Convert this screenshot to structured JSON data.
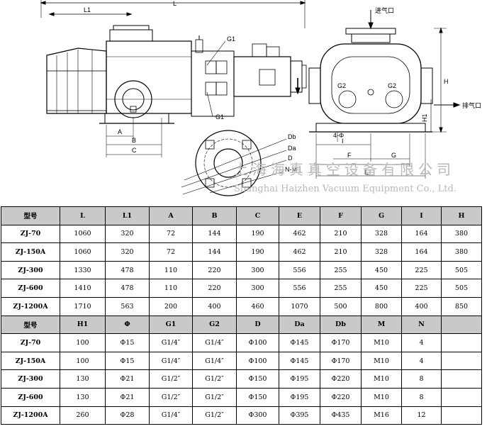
{
  "drawing": {
    "dims": {
      "L": "L",
      "L1": "L1",
      "A": "A",
      "B": "B",
      "C": "C",
      "G1_top": "G1",
      "G1_bottom": "G1",
      "Db": "Db",
      "Da": "Da",
      "D": "D",
      "NM": "N-M",
      "G2_left": "G2",
      "G2_right": "G2",
      "H": "H",
      "H1": "H1",
      "phi": "4-Φ",
      "I": "I",
      "F": "F",
      "G": "G",
      "E": "E"
    },
    "inlet_label": "进气口",
    "outlet_label": "排气口",
    "watermark_cn": "上海海真真空设备有限公司",
    "watermark_en": "Shanghai Haizhen Vacuum Equipment Co., Ltd."
  },
  "table": {
    "header1": [
      "型号",
      "L",
      "L1",
      "A",
      "B",
      "C",
      "E",
      "F",
      "G",
      "I",
      "H"
    ],
    "rows1": [
      [
        "ZJ-70",
        "1060",
        "320",
        "72",
        "144",
        "190",
        "462",
        "210",
        "328",
        "164",
        "380"
      ],
      [
        "ZJ-150A",
        "1060",
        "320",
        "72",
        "144",
        "190",
        "462",
        "210",
        "328",
        "164",
        "380"
      ],
      [
        "ZJ-300",
        "1330",
        "478",
        "110",
        "220",
        "300",
        "556",
        "255",
        "450",
        "225",
        "505"
      ],
      [
        "ZJ-600",
        "1410",
        "478",
        "110",
        "220",
        "300",
        "556",
        "255",
        "450",
        "225",
        "505"
      ],
      [
        "ZJ-1200A",
        "1710",
        "563",
        "200",
        "400",
        "460",
        "1070",
        "500",
        "800",
        "400",
        "850"
      ]
    ],
    "header2": [
      "型号",
      "H1",
      "Φ",
      "G1",
      "G2",
      "D",
      "Da",
      "Db",
      "M",
      "N",
      ""
    ],
    "rows2": [
      [
        "ZJ-70",
        "100",
        "Φ15",
        "G1/4″",
        "G1/4″",
        "Φ100",
        "Φ145",
        "Φ170",
        "M10",
        "4",
        ""
      ],
      [
        "ZJ-150A",
        "100",
        "Φ15",
        "G1/4″",
        "G1/4″",
        "Φ100",
        "Φ145",
        "Φ170",
        "M10",
        "4",
        ""
      ],
      [
        "ZJ-300",
        "130",
        "Φ21",
        "G1/2″",
        "G1/2″",
        "Φ150",
        "Φ195",
        "Φ220",
        "M10",
        "8",
        ""
      ],
      [
        "ZJ-600",
        "130",
        "Φ21",
        "G1/2″",
        "G1/2″",
        "Φ150",
        "Φ195",
        "Φ220",
        "M10",
        "8",
        ""
      ],
      [
        "ZJ-1200A",
        "260",
        "Φ28",
        "G1/4″",
        "G1/2″",
        "Φ300",
        "Φ395",
        "Φ435",
        "M16",
        "12",
        ""
      ]
    ]
  }
}
